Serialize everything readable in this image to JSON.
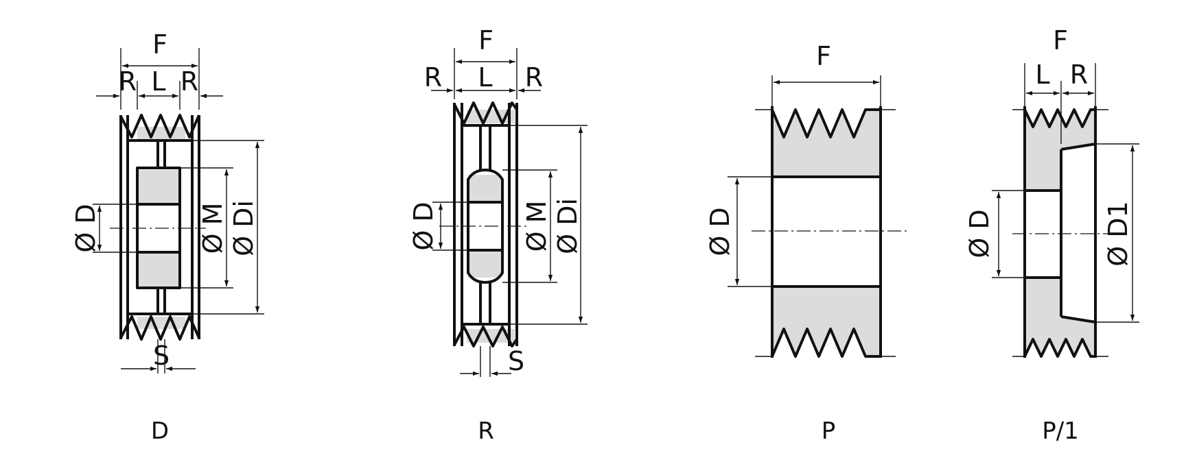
{
  "diagrams": [
    {
      "id": "D",
      "caption": "D",
      "labels": {
        "F": "F",
        "R1": "R",
        "L": "L",
        "R2": "R",
        "S": "S",
        "D": "Ø D",
        "M": "Ø M",
        "Di": "Ø Di"
      }
    },
    {
      "id": "R",
      "caption": "R",
      "labels": {
        "F": "F",
        "R1": "R",
        "L": "L",
        "R2": "R",
        "S": "S",
        "D": "Ø D",
        "M": "Ø M",
        "Di": "Ø Di"
      }
    },
    {
      "id": "P",
      "caption": "P",
      "labels": {
        "F": "F",
        "D": "Ø D"
      }
    },
    {
      "id": "P1",
      "caption": "P/1",
      "labels": {
        "F": "F",
        "L": "L",
        "R": "R",
        "D": "Ø D",
        "D1": "Ø D1"
      }
    }
  ],
  "colors": {
    "line": "#111111",
    "fill": "#dcdcdc",
    "background": "#ffffff"
  }
}
